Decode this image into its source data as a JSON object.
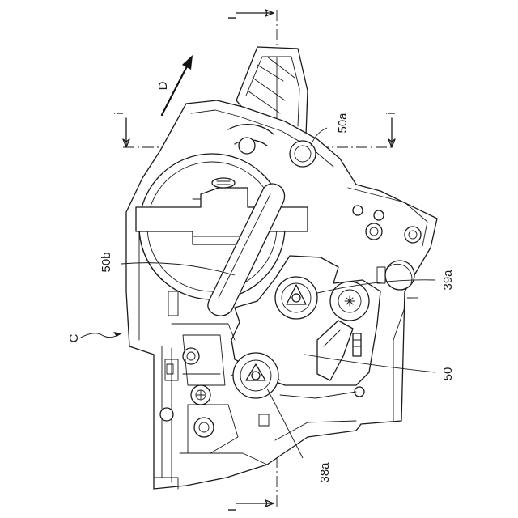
{
  "figure": {
    "labels": {
      "section_top": "I",
      "section_bottom": "I",
      "section_left": "i",
      "section_right": "i",
      "arrow_d": "D",
      "ref_50a": "50a",
      "ref_50b": "50b",
      "ref_39a": "39a",
      "ref_50": "50",
      "ref_38a": "38a",
      "ref_c": "C"
    }
  }
}
